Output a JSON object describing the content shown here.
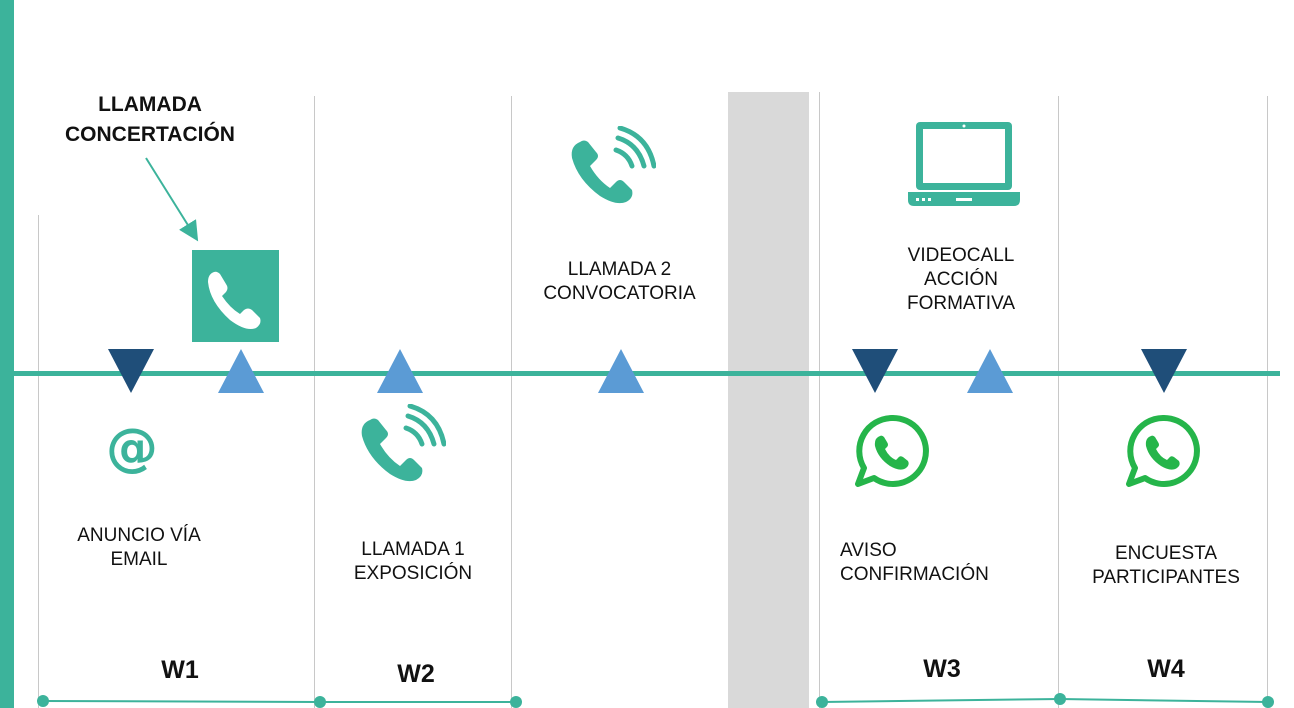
{
  "callout": {
    "line1": "LLAMADA",
    "line2": "CONCERTACIÓN"
  },
  "labels": {
    "anuncio": {
      "line1": "ANUNCIO VÍA",
      "line2": "EMAIL"
    },
    "llamada1": {
      "line1": "LLAMADA 1",
      "line2": "EXPOSICIÓN"
    },
    "llamada2": {
      "line1": "LLAMADA 2",
      "line2": "CONVOCATORIA"
    },
    "videocall": {
      "line1": "VIDEOCALL",
      "line2": "ACCIÓN",
      "line3": "FORMATIVA"
    },
    "aviso": {
      "line1": "AVISO",
      "line2": "CONFIRMACIÓN"
    },
    "encuesta": {
      "line1": "ENCUESTA",
      "line2": "PARTICIPANTES"
    }
  },
  "email_symbol": "@",
  "weeks": {
    "w1": "W1",
    "w2": "W2",
    "w3": "W3",
    "w4": "W4"
  },
  "colors": {
    "teal": "#3cb39b",
    "dark_blue": "#1f4e79",
    "light_blue": "#5b9bd5",
    "whatsapp_green": "#25b54a",
    "gap_gray": "#d9d9d9"
  },
  "icons": [
    "phone-square-icon",
    "email-at-icon",
    "phone-ringing-icon",
    "laptop-icon",
    "whatsapp-icon"
  ]
}
